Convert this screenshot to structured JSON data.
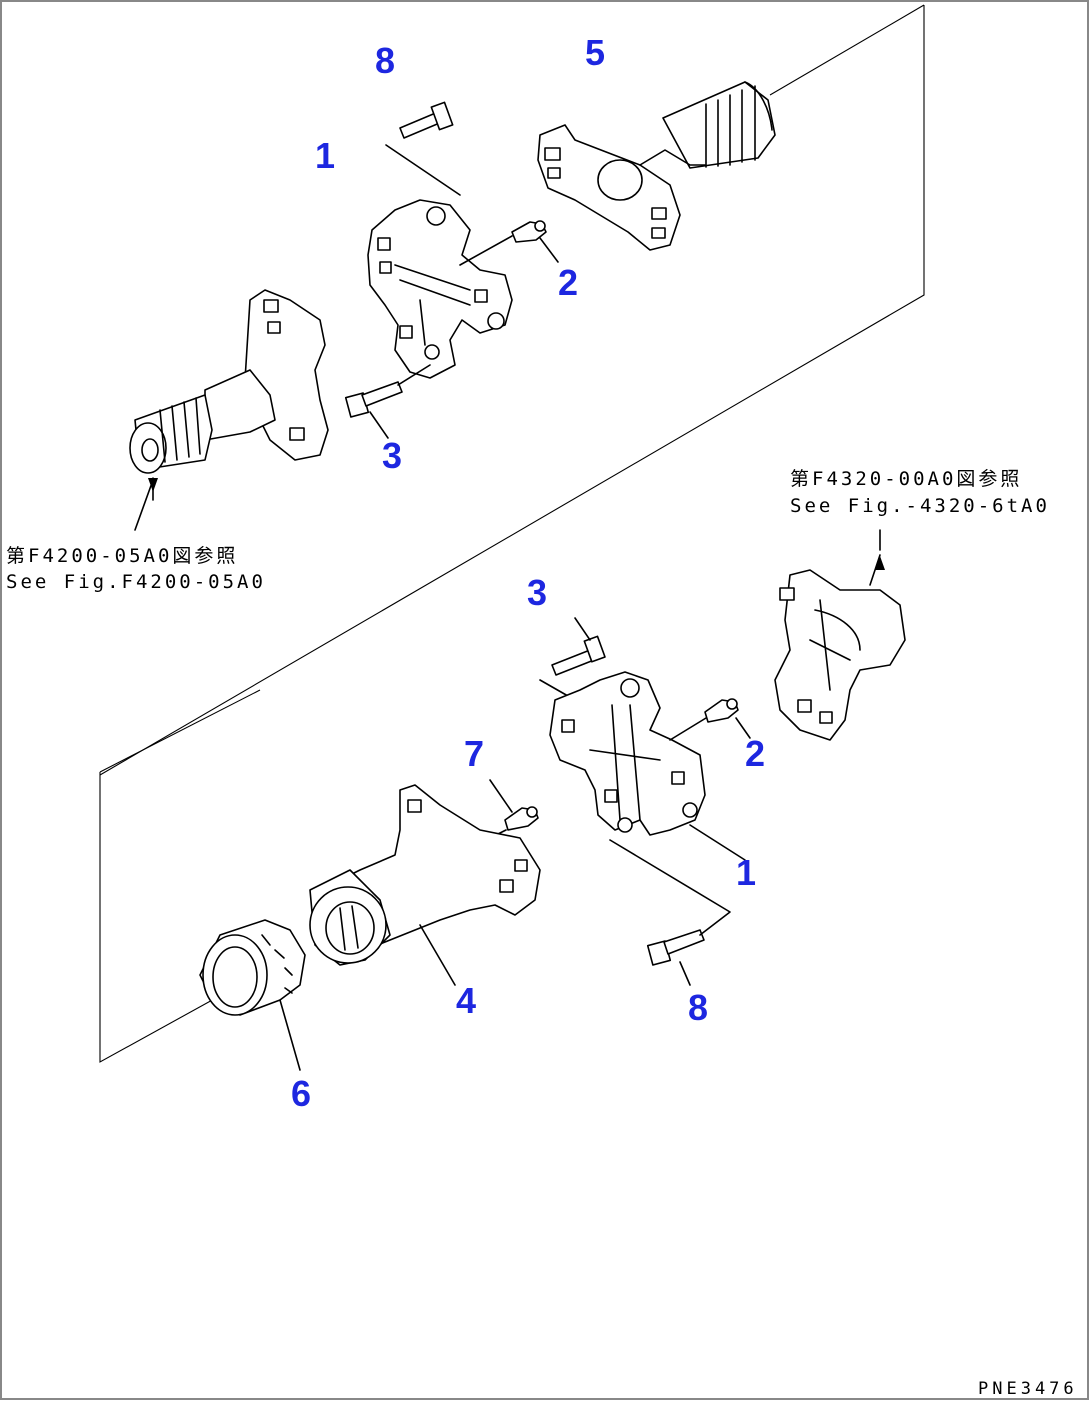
{
  "callouts": {
    "top_8": "8",
    "top_5": "5",
    "top_1": "1",
    "top_2": "2",
    "top_3": "3",
    "bot_3": "3",
    "bot_2": "2",
    "bot_7": "7",
    "bot_1": "1",
    "bot_4": "4",
    "bot_8": "8",
    "bot_6": "6"
  },
  "references": {
    "left": {
      "jp": "第F4200-05A0図参照",
      "en": "See Fig.F4200-05A0"
    },
    "right": {
      "jp": "第F4320-00A0図参照",
      "en": "See Fig.-4320-6tA0"
    }
  },
  "drawing_code": "PNE3476",
  "colors": {
    "callout": "#1d27e0",
    "linework": "#000000",
    "frame": "#888888"
  }
}
